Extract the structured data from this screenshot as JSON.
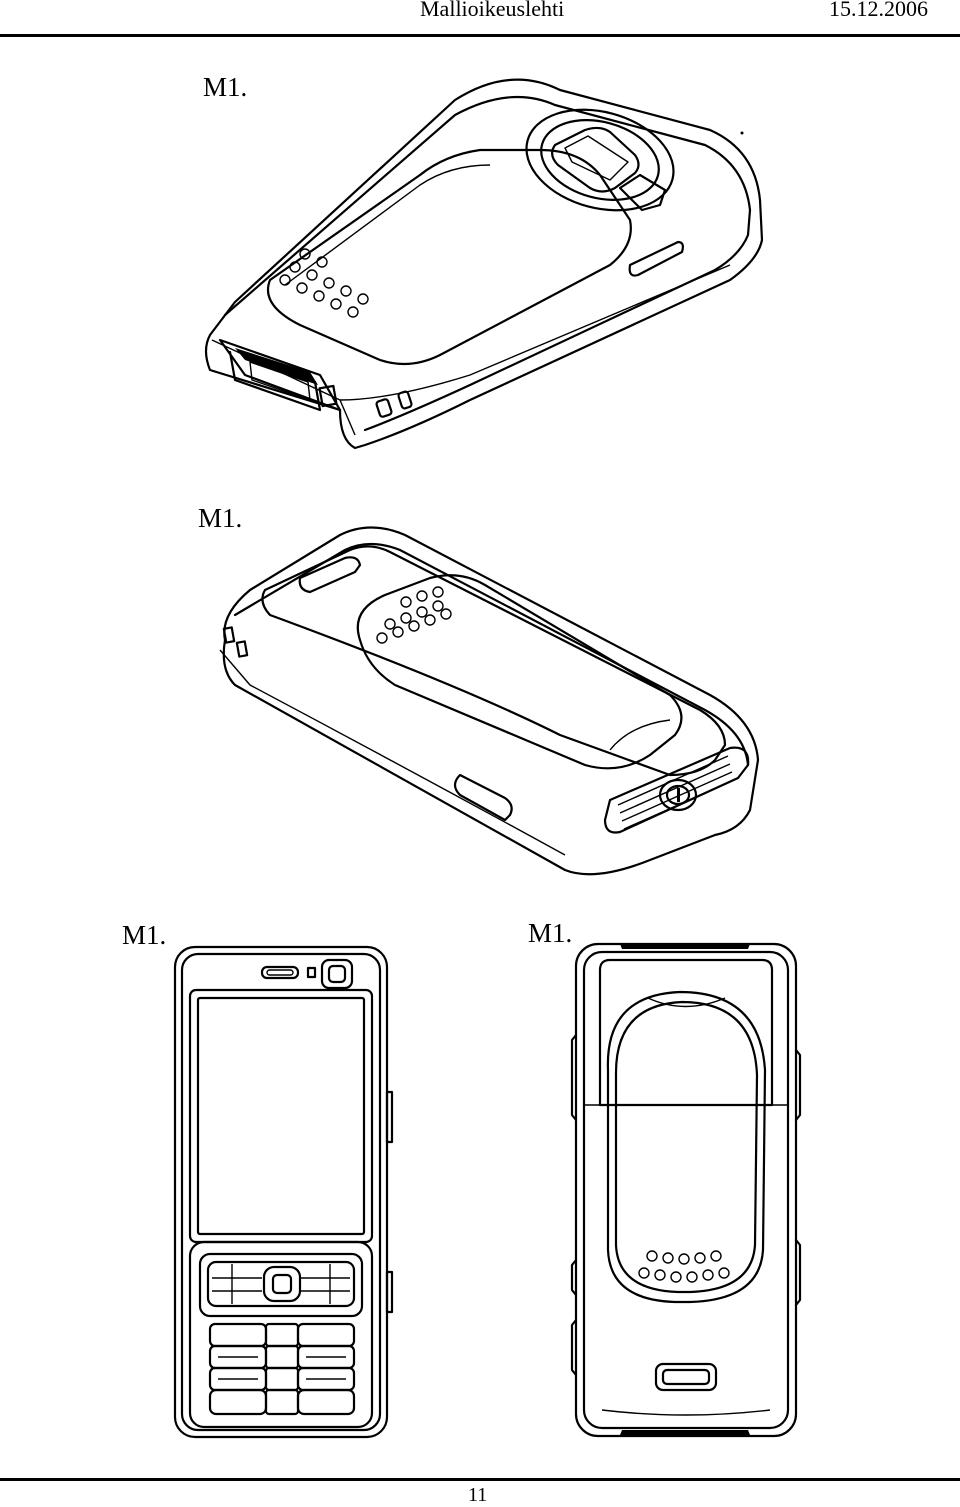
{
  "header": {
    "title": "Mallioikeuslehti",
    "date": "15.12.2006"
  },
  "figures": [
    {
      "label": "M1.",
      "view": "perspective-back-top"
    },
    {
      "label": "M1.",
      "view": "perspective-back-bottom"
    },
    {
      "label": "M1.",
      "view": "front"
    },
    {
      "label": "M1.",
      "view": "back"
    }
  ],
  "footer": {
    "page_number": "11"
  }
}
